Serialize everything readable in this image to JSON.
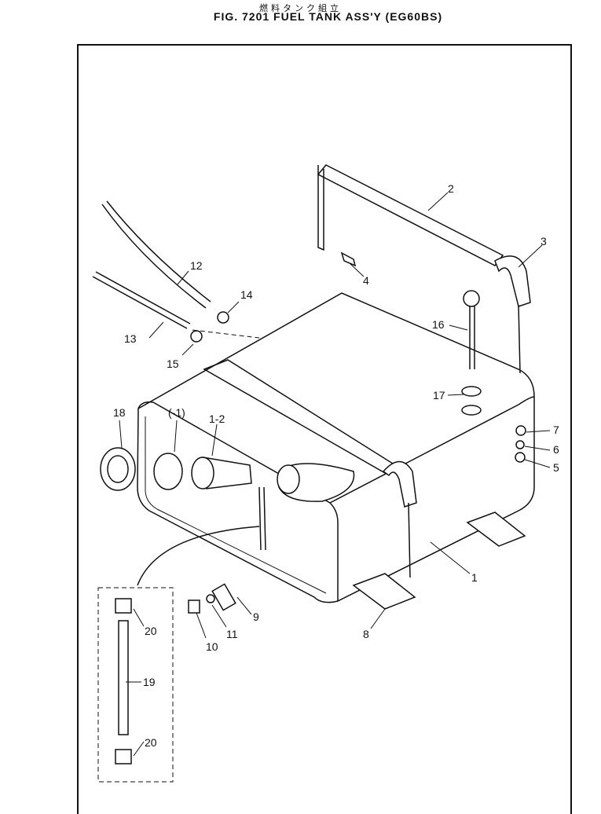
{
  "header": {
    "title_jp": "燃料タンク組立",
    "title": "FIG. 7201  FUEL TANK ASS'Y (EG60BS)"
  },
  "callouts": [
    "2",
    "3",
    "4",
    "12",
    "14",
    "13",
    "15",
    "16",
    "17",
    "18",
    "(-1)",
    "1-2",
    "7",
    "6",
    "5",
    "1",
    "9",
    "11",
    "10",
    "8",
    "20",
    "19",
    "20"
  ]
}
